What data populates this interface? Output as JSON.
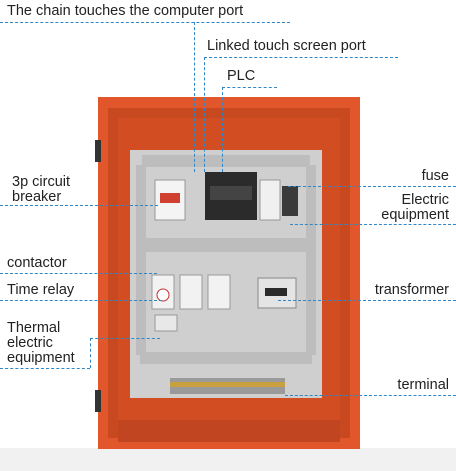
{
  "labels": {
    "chain_port": "The chain touches the computer port",
    "touch_port": "Linked touch screen port",
    "plc": "PLC",
    "circuit_breaker_line1": "3p circuit",
    "circuit_breaker_line2": "breaker",
    "fuse": "fuse",
    "electric_equipment_line1": "Electric",
    "electric_equipment_line2": "equipment",
    "contactor": "contactor",
    "time_relay": "Time relay",
    "transformer": "transformer",
    "thermal_line1": "Thermal",
    "thermal_line2": "electric",
    "thermal_line3": "equipment",
    "terminal": "terminal"
  },
  "colors": {
    "cabinet": "#e2562b",
    "cabinet_dark": "#b8401e",
    "backplate": "#c9c9c9",
    "leader": "#2f86c9"
  }
}
